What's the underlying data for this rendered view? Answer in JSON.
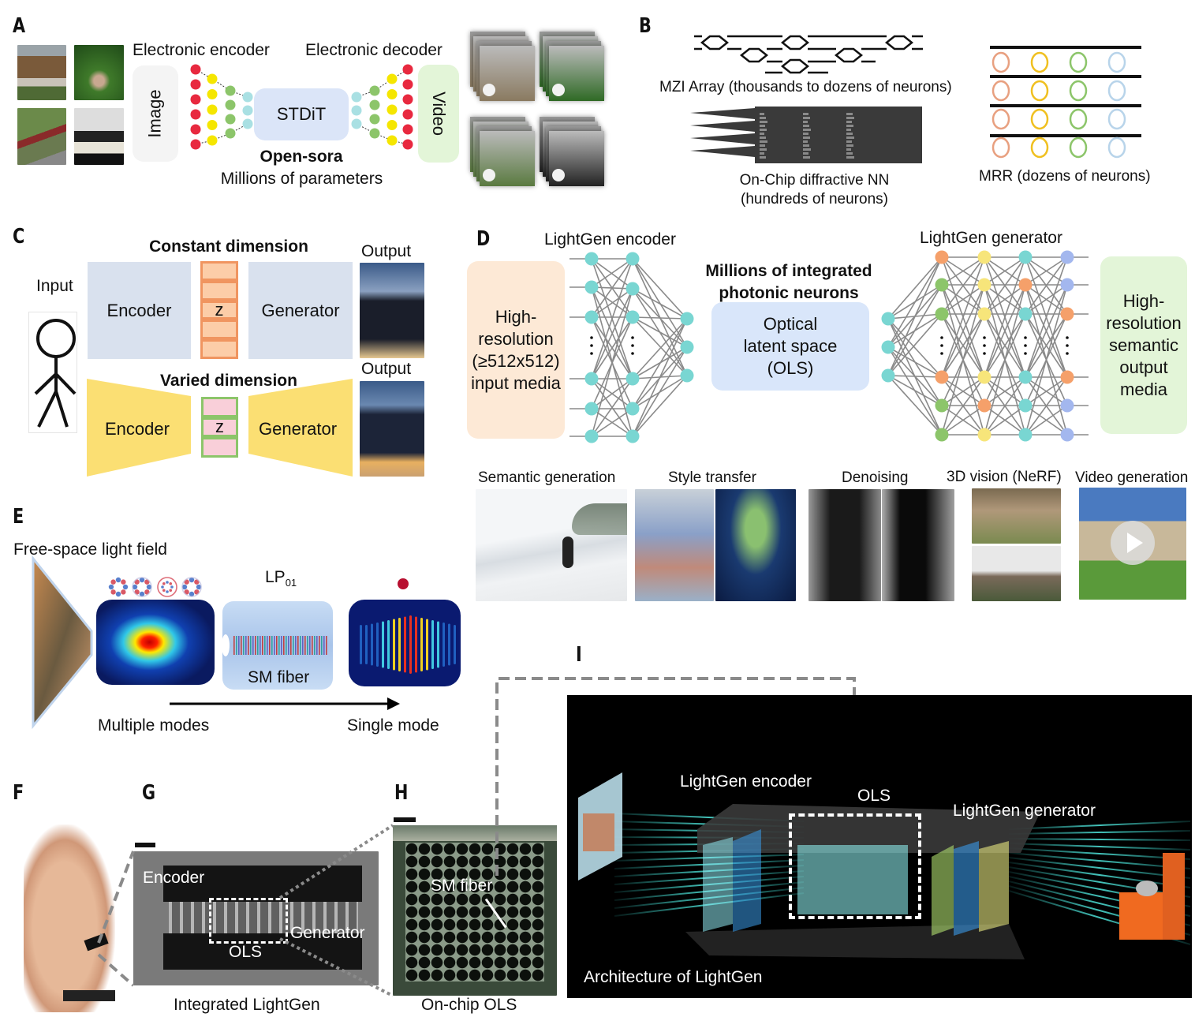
{
  "panels": {
    "A": {
      "label": "A",
      "encoder_title": "Electronic encoder",
      "decoder_title": "Electronic decoder",
      "image_box": "Image",
      "core_box": "STDiT",
      "video_box": "Video",
      "model_name": "Open-sora",
      "model_params": "Millions of parameters",
      "input_thumbs": [
        "village-landscape",
        "forest-flowers",
        "red-train-hillside",
        "white-cat-piano"
      ],
      "output_videos": [
        "village-landscape-video",
        "forest-flowers-video",
        "red-train-hillside-video",
        "white-cat-piano-video"
      ],
      "node_colors": {
        "outer": "#e8293f",
        "mid1": "#f5e600",
        "mid2": "#8cc56a",
        "inner": "#a9e0e3"
      }
    },
    "B": {
      "label": "B",
      "mzi_caption": "MZI Array (thousands to dozens of neurons)",
      "dnn_caption_line1": "On-Chip diffractive NN",
      "dnn_caption_line2": "(hundreds of neurons)",
      "mrr_caption": "MRR (dozens of neurons)",
      "mrr_ring_colors": [
        "#e8a080",
        "#f0c020",
        "#8cc56a",
        "#b8d4ea"
      ]
    },
    "C": {
      "label": "C",
      "input_label": "Input",
      "top_title": "Constant dimension",
      "bottom_title": "Varied dimension",
      "encoder": "Encoder",
      "generator": "Generator",
      "latent": "z",
      "output_top": "Output",
      "output_bottom": "Output"
    },
    "D": {
      "label": "D",
      "encoder_title": "LightGen encoder",
      "generator_title": "LightGen generator",
      "middle_title_line1": "Millions of integrated",
      "middle_title_line2": "photonic neurons",
      "input_box": [
        "High-",
        "resolution",
        "(≥512x512)",
        "input media"
      ],
      "ols_box": [
        "Optical",
        "latent space",
        "(OLS)"
      ],
      "output_box": [
        "High-",
        "resolution",
        "semantic",
        "output",
        "media"
      ],
      "ellipsis": "⋮",
      "tasks": [
        {
          "label": "Semantic generation",
          "thumb": "penguins-on-snow"
        },
        {
          "label": "Style transfer",
          "thumb": "mona-lisa-stylized-pair"
        },
        {
          "label": "Denoising",
          "thumb": "cameraman-noisy-clean-pair"
        },
        {
          "label": "3D vision (NeRF)",
          "thumb": "castle-ruins-views"
        },
        {
          "label": "Video generation",
          "thumb": "manor-house-video"
        }
      ]
    },
    "E": {
      "label": "E",
      "title": "Free-space light field",
      "lp_main": "LP",
      "lp_sub": "01",
      "fiber_label": "SM fiber",
      "left_caption": "Multiple modes",
      "right_caption": "Single mode"
    },
    "F": {
      "label": "F"
    },
    "G": {
      "label": "G",
      "encoder_label": "Encoder",
      "generator_label": "Generator",
      "ols_label": "OLS",
      "caption": "Integrated LightGen"
    },
    "H": {
      "label": "H",
      "fiber_label": "SM fiber",
      "caption": "On-chip OLS"
    },
    "I": {
      "label": "I",
      "encoder_label": "LightGen encoder",
      "ols_label": "OLS",
      "generator_label": "LightGen generator",
      "caption": "Architecture of LightGen"
    }
  }
}
